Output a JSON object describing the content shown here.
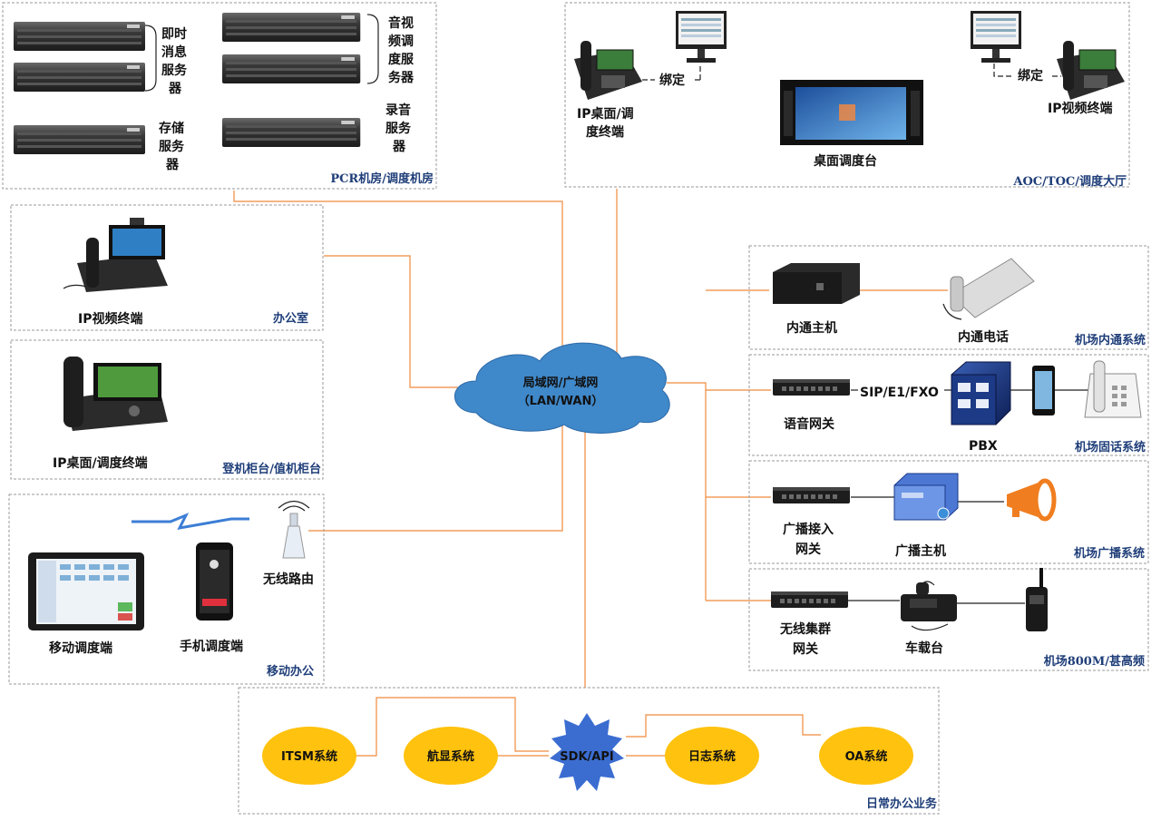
{
  "colors": {
    "link": "#ef8a3c",
    "section_label": "#1f3e79",
    "cloud": "#3f88c9",
    "oval": "#ffc20e",
    "star": "#3b6dd1",
    "box_border": "#9a9a9a"
  },
  "server_room": {
    "section": "PCR机房/调度机房",
    "im_server": [
      "即时",
      "消息",
      "服务",
      "器"
    ],
    "av_server": [
      "音视",
      "频调",
      "度服",
      "务器"
    ],
    "storage_server": [
      "存储",
      "服务",
      "器"
    ],
    "record_server": [
      "录音",
      "服务",
      "器"
    ]
  },
  "hall": {
    "section": "AOC/TOC/调度大厅",
    "ip_desk_terminal": [
      "IP桌面/调",
      "度终端"
    ],
    "bind_left": "绑定",
    "bind_right": "绑定",
    "console": "桌面调度台",
    "ip_video_terminal": "IP视频终端"
  },
  "office": {
    "section": "办公室",
    "device": "IP视频终端"
  },
  "counter": {
    "section": "登机柜台/值机柜台",
    "device": "IP桌面/调度终端"
  },
  "mobile": {
    "section": "移动办公",
    "router": "无线路由",
    "tablet": "移动调度端",
    "phone": "手机调度端"
  },
  "network": {
    "line1": "局域网/广域网",
    "line2": "（LAN/WAN）"
  },
  "intercom": {
    "section": "机场内通系统",
    "host": "内通主机",
    "phone": "内通电话"
  },
  "telephony": {
    "section": "机场固话系统",
    "gateway": "语音网关",
    "protocol": "SIP/E1/FXO",
    "pbx": "PBX"
  },
  "broadcast": {
    "section": "机场广播系统",
    "gateway": [
      "广播接入",
      "网关"
    ],
    "host": "广播主机"
  },
  "trunk": {
    "section": "机场800M/甚高频",
    "gateway": [
      "无线集群",
      "网关"
    ],
    "vehicle": "车载台"
  },
  "office_biz": {
    "section": "日常办公业务",
    "itsm": "ITSM系统",
    "flight": "航显系统",
    "sdk": "SDK/API",
    "log": "日志系统",
    "oa": "OA系统"
  }
}
